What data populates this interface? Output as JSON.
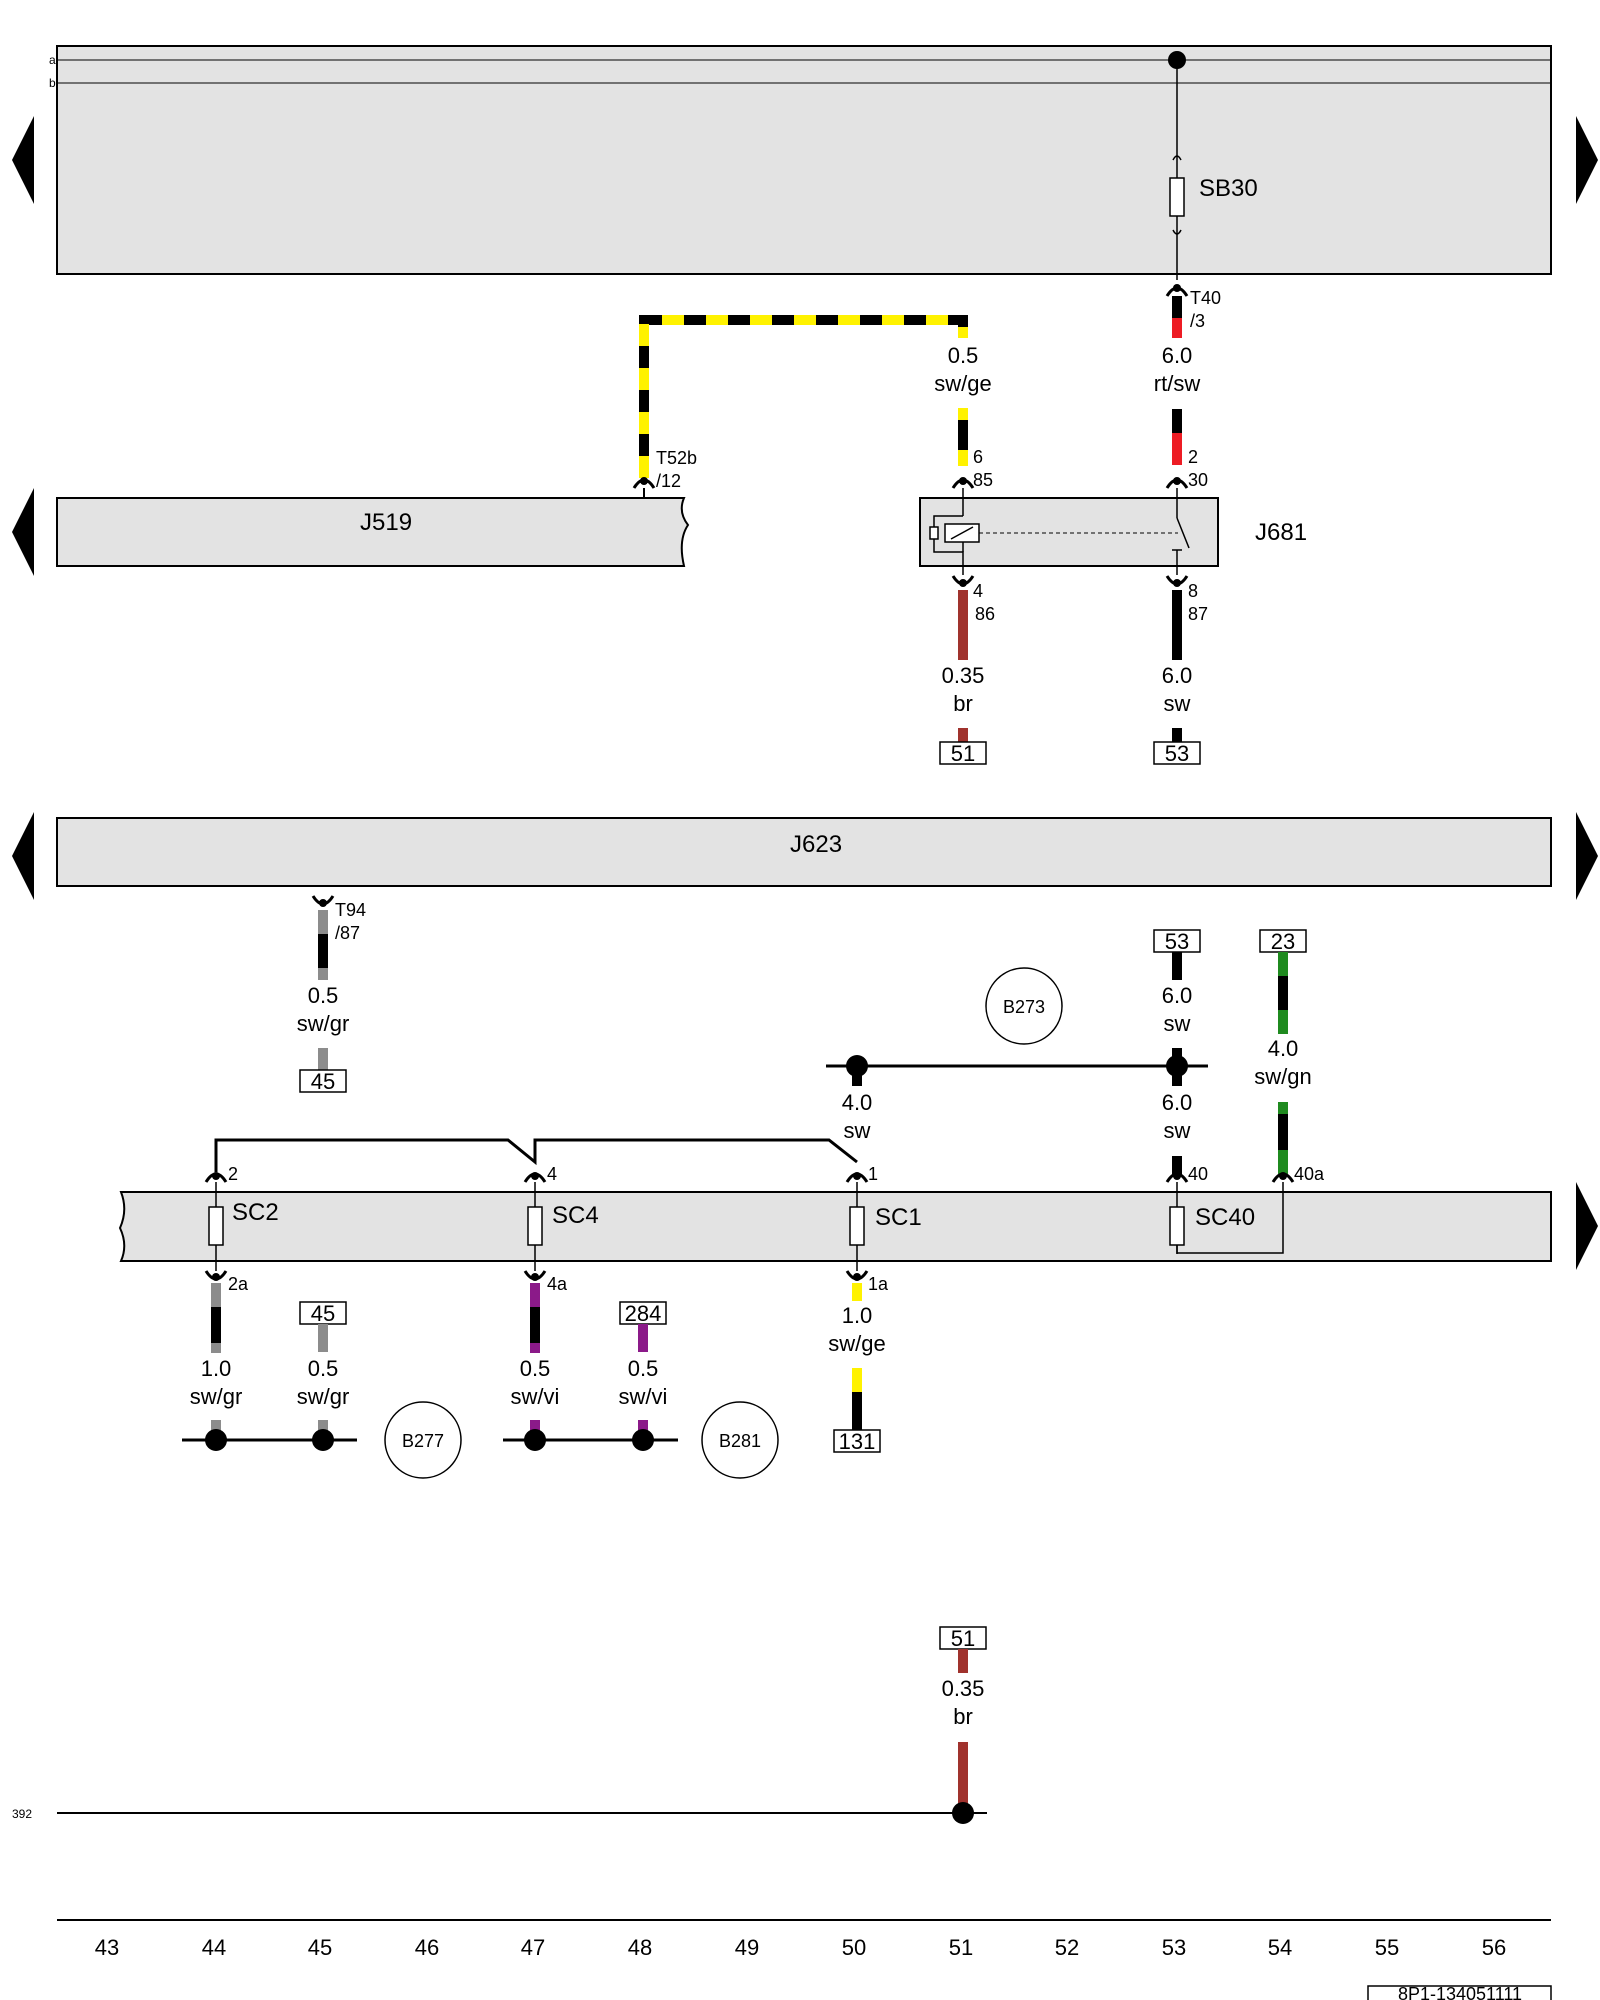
{
  "bus_lines": [
    "a",
    "b"
  ],
  "components": {
    "SB30": "SB30",
    "J519": "J519",
    "J681": "J681",
    "J623": "J623",
    "SC2": "SC2",
    "SC4": "SC4",
    "SC1": "SC1",
    "SC40": "SC40"
  },
  "connectors": {
    "t40": [
      "T40",
      "/3"
    ],
    "t52b": [
      "T52b",
      "/12"
    ],
    "t94": [
      "T94",
      "/87"
    ],
    "j681_6": [
      "6",
      "85"
    ],
    "j681_2": [
      "2",
      "30"
    ],
    "j681_4": [
      "4",
      "86"
    ],
    "j681_8": [
      "8",
      "87"
    ],
    "sc_in": [
      "2",
      "4",
      "1",
      "40",
      "40a"
    ],
    "sc_out": [
      "2a",
      "4a",
      "1a"
    ]
  },
  "wires": {
    "w_swge_top": [
      "0.5",
      "sw/ge"
    ],
    "w_rtsw": [
      "6.0",
      "rt/sw"
    ],
    "w_br_a": [
      "0.35",
      "br"
    ],
    "w_sw_a": [
      "6.0",
      "sw"
    ],
    "w_swgr_a": [
      "0.5",
      "sw/gr"
    ],
    "w_sw_b": [
      "6.0",
      "sw"
    ],
    "w_swgn": [
      "4.0",
      "sw/gn"
    ],
    "w_sw_c": [
      "4.0",
      "sw"
    ],
    "w_sw_d": [
      "6.0",
      "sw"
    ],
    "w_swgr_b": [
      "1.0",
      "sw/gr"
    ],
    "w_swgr_c": [
      "0.5",
      "sw/gr"
    ],
    "w_swvi_a": [
      "0.5",
      "sw/vi"
    ],
    "w_swvi_b": [
      "0.5",
      "sw/vi"
    ],
    "w_swge_b": [
      "1.0",
      "sw/ge"
    ],
    "w_br_b": [
      "0.35",
      "br"
    ]
  },
  "refs": [
    "51",
    "53",
    "45",
    "53",
    "23",
    "45",
    "284",
    "131",
    "51"
  ],
  "ground_points": [
    "B273",
    "B277",
    "B281"
  ],
  "left_ref": "392",
  "columns": [
    "43",
    "44",
    "45",
    "46",
    "47",
    "48",
    "49",
    "50",
    "51",
    "52",
    "53",
    "54",
    "55",
    "56"
  ],
  "doc_id": "8P1-134051111",
  "colors": {
    "panel": "#e3e3e3",
    "sw": "#000000",
    "ge": "#fff200",
    "rt": "#ed1c24",
    "br": "#a0322d",
    "gr": "#8c8c8c",
    "vi": "#8b1a89",
    "gn": "#1f8a1f"
  }
}
